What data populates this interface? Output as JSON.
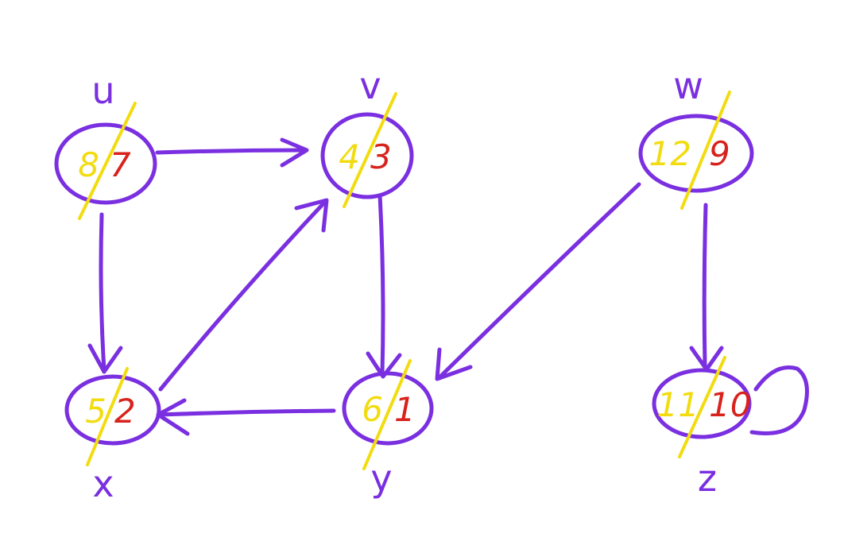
{
  "colors": {
    "ink": "#7a2fe0",
    "discovery": "#f2dc10",
    "finish": "#d8221c",
    "background": "#ffffff"
  },
  "nodes": [
    {
      "id": "u",
      "label": "u",
      "discovery": "8",
      "finish": "7"
    },
    {
      "id": "v",
      "label": "v",
      "discovery": "4",
      "finish": "3"
    },
    {
      "id": "w",
      "label": "w",
      "discovery": "12",
      "finish": "9"
    },
    {
      "id": "x",
      "label": "x",
      "discovery": "5",
      "finish": "2"
    },
    {
      "id": "y",
      "label": "y",
      "discovery": "6",
      "finish": "1"
    },
    {
      "id": "z",
      "label": "z",
      "discovery": "11",
      "finish": "10"
    }
  ],
  "edges": [
    {
      "from": "u",
      "to": "v"
    },
    {
      "from": "u",
      "to": "x"
    },
    {
      "from": "x",
      "to": "v"
    },
    {
      "from": "v",
      "to": "y"
    },
    {
      "from": "y",
      "to": "x"
    },
    {
      "from": "w",
      "to": "y"
    },
    {
      "from": "w",
      "to": "z"
    },
    {
      "from": "z",
      "to": "z"
    }
  ]
}
